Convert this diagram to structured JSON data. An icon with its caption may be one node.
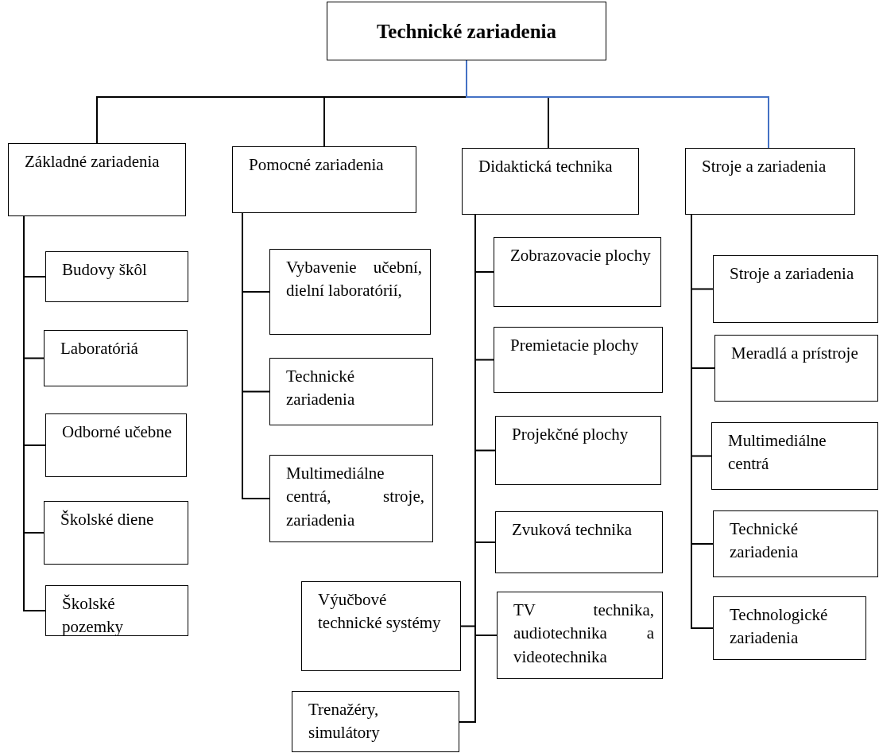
{
  "diagram": {
    "nodes": [
      {
        "text": [
          "Technické zariadenia"
        ]
      },
      {
        "text": [
          "Základné zariadenia"
        ]
      },
      {
        "text": [
          "Budovy škôl"
        ]
      },
      {
        "text": [
          "Laboratóriá"
        ]
      },
      {
        "text": [
          "Odborné učebne"
        ]
      },
      {
        "text": [
          "Školské diene"
        ]
      },
      {
        "text": [
          "Školské pozemky"
        ]
      },
      {
        "text": [
          "Pomocné zariadenia"
        ]
      },
      {
        "text": [
          "Vybavenie učební, dielní laboratórií,"
        ]
      },
      {
        "text": [
          "Technické zariadenia"
        ]
      },
      {
        "text": [
          "Multimediálne centrá, stroje, zariadenia"
        ]
      },
      {
        "text": [
          "Didaktická technika"
        ]
      },
      {
        "text": [
          "Zobrazovacie plochy"
        ]
      },
      {
        "text": [
          "Premietacie plochy"
        ]
      },
      {
        "text": [
          "Projekčné plochy"
        ]
      },
      {
        "text": [
          "Zvuková technika"
        ]
      },
      {
        "text": [
          "Výučbové technické systémy"
        ]
      },
      {
        "text": [
          "TV technika, audiotechnika a videotechnika"
        ]
      },
      {
        "text": [
          "Trenažéry, simulátory"
        ]
      },
      {
        "text": [
          "Stroje a zariadenia"
        ]
      },
      {
        "text": [
          "Stroje a zariadenia"
        ]
      },
      {
        "text": [
          "Meradlá a prístroje"
        ]
      },
      {
        "text": [
          "Multimediálne centrá"
        ]
      },
      {
        "text": [
          "Technické zariadenia"
        ]
      },
      {
        "text": [
          "Technologické zariadenia"
        ]
      }
    ],
    "edges": [
      {
        "from": 0,
        "to": 1,
        "arrow": "none"
      },
      {
        "from": 0,
        "to": 7,
        "arrow": "none"
      },
      {
        "from": 0,
        "to": 11,
        "arrow": "none"
      },
      {
        "from": 0,
        "to": 19,
        "arrow": "none",
        "color": "#4472c4"
      },
      {
        "from": 1,
        "to": 2,
        "arrow": "none"
      },
      {
        "from": 1,
        "to": 3,
        "arrow": "none"
      },
      {
        "from": 1,
        "to": 4,
        "arrow": "none"
      },
      {
        "from": 1,
        "to": 5,
        "arrow": "none"
      },
      {
        "from": 1,
        "to": 6,
        "arrow": "none"
      },
      {
        "from": 7,
        "to": 8,
        "arrow": "none"
      },
      {
        "from": 7,
        "to": 9,
        "arrow": "none"
      },
      {
        "from": 7,
        "to": 10,
        "arrow": "none"
      },
      {
        "from": 11,
        "to": 12,
        "arrow": "none"
      },
      {
        "from": 11,
        "to": 13,
        "arrow": "none"
      },
      {
        "from": 11,
        "to": 14,
        "arrow": "none"
      },
      {
        "from": 11,
        "to": 15,
        "arrow": "none"
      },
      {
        "from": 11,
        "to": 16,
        "arrow": "none"
      },
      {
        "from": 11,
        "to": 17,
        "arrow": "none"
      },
      {
        "from": 11,
        "to": 18,
        "arrow": "none"
      },
      {
        "from": 19,
        "to": 20,
        "arrow": "none"
      },
      {
        "from": 19,
        "to": 21,
        "arrow": "none"
      },
      {
        "from": 19,
        "to": 22,
        "arrow": "none"
      },
      {
        "from": 19,
        "to": 23,
        "arrow": "none"
      },
      {
        "from": 19,
        "to": 24,
        "arrow": "none"
      }
    ]
  }
}
